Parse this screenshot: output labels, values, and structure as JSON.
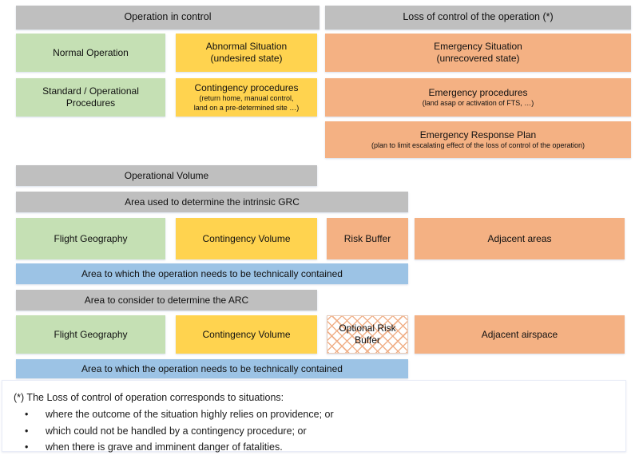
{
  "diagram": {
    "title_left": "Operation in control",
    "title_right": "Loss of control of the operation (*)",
    "colors": {
      "gray": "#bfbfbf",
      "green": "#c5e0b4",
      "yellow": "#ffd34f",
      "orange": "#f4b183",
      "blue": "#9cc3e5",
      "hatch_line": "#f0b089"
    },
    "top_section": {
      "left_column": {
        "header": "Operation in control",
        "rows": [
          {
            "cells": [
              {
                "name": "normal-operation",
                "color": "green",
                "line1": "Normal Operation",
                "line2": ""
              },
              {
                "name": "abnormal-situation",
                "color": "yellow",
                "line1": "Abnormal Situation",
                "line2": "(undesired state)"
              }
            ]
          },
          {
            "cells": [
              {
                "name": "standard-operational-procedures",
                "color": "green",
                "line1": "Standard / Operational",
                "line2": "Procedures"
              },
              {
                "name": "contingency-procedures",
                "color": "yellow",
                "line1": "Contingency procedures",
                "line2": "(return home, manual control,\nland on a pre-determined site …)"
              }
            ]
          }
        ]
      },
      "right_column": {
        "header": "Loss of control of the operation (*)",
        "rows": [
          {
            "name": "emergency-situation",
            "color": "orange",
            "line1": "Emergency Situation",
            "line2": "(unrecovered state)"
          },
          {
            "name": "emergency-procedures",
            "color": "orange",
            "line1": "Emergency procedures",
            "line2": "(land asap or activation of FTS, …)"
          },
          {
            "name": "emergency-response-plan",
            "color": "orange",
            "line1": "Emergency Response Plan",
            "line2": "(plan to limit escalating effect of the loss of control of the operation)"
          }
        ]
      }
    },
    "volume_section": {
      "bars": [
        {
          "name": "operational-volume",
          "color": "gray",
          "label": "Operational Volume"
        },
        {
          "name": "area-intrinsic-grc",
          "color": "gray",
          "label": "Area used to determine the intrinsic GRC"
        }
      ],
      "grc_row": [
        {
          "name": "flight-geography-grc",
          "color": "green",
          "label": "Flight Geography"
        },
        {
          "name": "contingency-volume-grc",
          "color": "yellow",
          "label": "Contingency Volume"
        },
        {
          "name": "risk-buffer",
          "color": "orange",
          "label": "Risk Buffer"
        },
        {
          "name": "adjacent-areas",
          "color": "orange",
          "label": "Adjacent areas"
        }
      ],
      "containment_grc": {
        "name": "containment-area-grc",
        "color": "blue",
        "label": "Area to which the operation needs to be technically contained"
      },
      "arc_header": {
        "name": "area-determine-arc",
        "color": "gray",
        "label": "Area to consider to determine the ARC"
      },
      "arc_row": [
        {
          "name": "flight-geography-arc",
          "color": "green",
          "line1": "Flight Geography",
          "line2": ""
        },
        {
          "name": "contingency-volume-arc",
          "color": "yellow",
          "line1": "Contingency Volume",
          "line2": ""
        },
        {
          "name": "optional-risk-buffer",
          "color": "hatch",
          "line1": "Optional Risk",
          "line2": "Buffer"
        },
        {
          "name": "adjacent-airspace",
          "color": "orange",
          "line1": "Adjacent airspace",
          "line2": ""
        }
      ],
      "containment_arc": {
        "name": "containment-area-arc",
        "color": "blue",
        "label": "Area to which the operation needs to be technically contained"
      }
    },
    "footnote": {
      "lead": "(*) The Loss of control of operation corresponds to situations:",
      "bullet_glyph": "•",
      "items": [
        "where the outcome of the situation highly relies on providence; or",
        "which could not be handled by a contingency procedure; or",
        "when there is grave and imminent danger of fatalities."
      ]
    }
  }
}
